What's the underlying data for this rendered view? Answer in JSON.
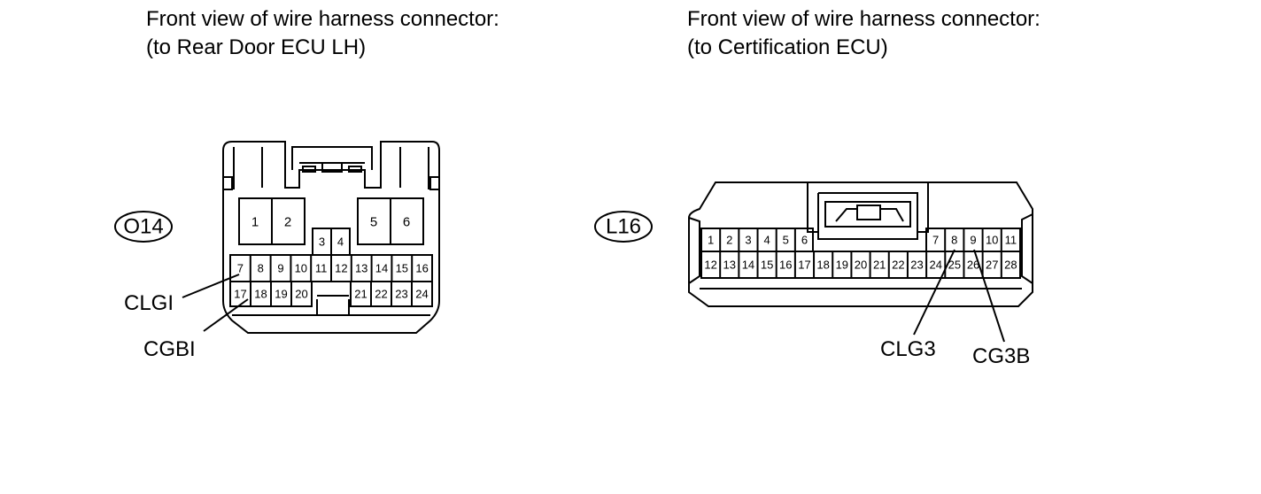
{
  "left_connector": {
    "title_line1": "Front view of wire harness connector:",
    "title_line2": "(to Rear Door ECU LH)",
    "id": "O14",
    "pins_large": [
      "1",
      "2",
      "5",
      "6"
    ],
    "pins_mid": [
      "3",
      "4"
    ],
    "row1": [
      "7",
      "8",
      "9",
      "10",
      "11",
      "12",
      "13",
      "14",
      "15",
      "16"
    ],
    "row2_left": [
      "17",
      "18",
      "19",
      "20"
    ],
    "row2_right": [
      "21",
      "22",
      "23",
      "24"
    ],
    "callouts": [
      {
        "label": "CLGI",
        "pin": "7"
      },
      {
        "label": "CGBI",
        "pin": "17"
      }
    ]
  },
  "right_connector": {
    "title_line1": "Front view of wire harness connector:",
    "title_line2": "(to Certification ECU)",
    "id": "L16",
    "row1_left": [
      "1",
      "2",
      "3",
      "4",
      "5",
      "6"
    ],
    "row1_right": [
      "7",
      "8",
      "9",
      "10",
      "11"
    ],
    "row2": [
      "12",
      "13",
      "14",
      "15",
      "16",
      "17",
      "18",
      "19",
      "20",
      "21",
      "22",
      "23",
      "24",
      "25",
      "26",
      "27",
      "28"
    ],
    "callouts": [
      {
        "label": "CLG3",
        "pin": "8"
      },
      {
        "label": "CG3B",
        "pin": "9"
      }
    ]
  }
}
